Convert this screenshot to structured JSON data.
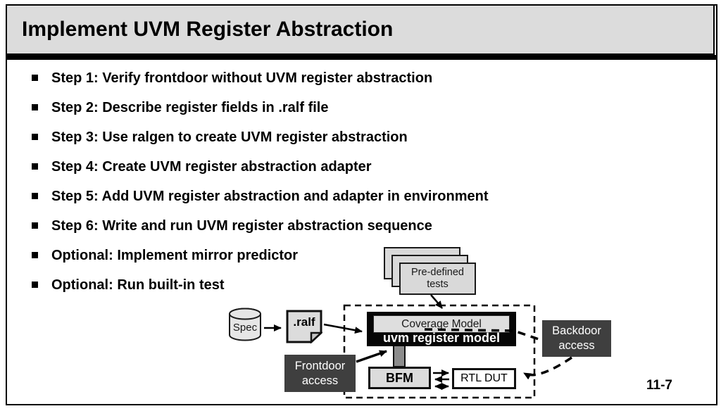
{
  "title": "Implement UVM Register Abstraction",
  "bullets": [
    "Step 1: Verify frontdoor without UVM register abstraction",
    "Step 2: Describe register fields in .ralf file",
    "Step 3: Use ralgen to create UVM register abstraction",
    "Step 4: Create UVM register abstraction adapter",
    "Step 5: Add UVM register abstraction and adapter in environment",
    "Step 6: Write and run UVM register abstraction sequence",
    "Optional: Implement mirror predictor",
    "Optional: Run built-in test"
  ],
  "diagram": {
    "pre_defined_tests": "Pre-defined tests",
    "spec": "Spec",
    "ralf": ".ralf",
    "coverage_model": "Coverage Model",
    "uvm_register_model": "uvm register model",
    "frontdoor_access": "Frontdoor access",
    "backdoor_access": "Backdoor access",
    "bfm": "BFM",
    "rtl_dut": "RTL DUT"
  },
  "page_number": "11-7",
  "colors": {
    "title_bar_bg": "#dcdcdc",
    "light_box": "#d9d9d9",
    "dark_box": "#3f3f3f",
    "model_box": "#000000",
    "connector": "#8c8c8c",
    "text": "#000000"
  }
}
